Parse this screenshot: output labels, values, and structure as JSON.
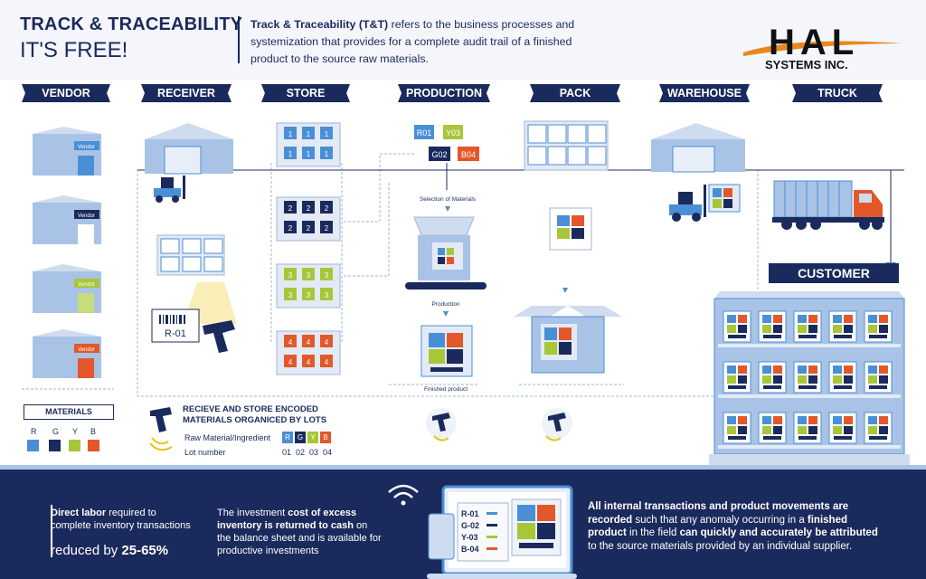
{
  "header": {
    "title_line1": "TRACK & TRACEABILITY",
    "title_line2": "IT'S FREE!",
    "intro_bold": "Track & Traceability (T&T)",
    "intro_rest": " refers to the business processes and systemization that provides for a complete audit trail of a finished product to the source raw materials.",
    "logo_main": "HAL",
    "logo_sub": "SYSTEMS INC."
  },
  "stages": [
    "VENDOR",
    "RECEIVER",
    "STORE",
    "PRODUCTION",
    "PACK",
    "WAREHOUSE",
    "TRUCK"
  ],
  "customer_label": "CUSTOMER",
  "vendor_sign": "Vendor",
  "scan_label": "R-01",
  "production": {
    "codes": [
      "R01",
      "Y03",
      "G02",
      "B04"
    ],
    "selection_label": "Selection of Materials",
    "production_label": "Production",
    "finished_label": "Finished product"
  },
  "store_numbers": [
    "1",
    "2",
    "3",
    "4"
  ],
  "materials": {
    "title": "MATERIALS",
    "letters": [
      "R",
      "G",
      "Y",
      "B"
    ],
    "colors": [
      "#4a8fd6",
      "#1b2a5c",
      "#a8c63a",
      "#e2582a"
    ]
  },
  "lots": {
    "title_line1": "RECIEVE AND STORE ENCODED",
    "title_line2": "MATERIALS ORGANICED BY LOTS",
    "raw_label": "Raw Material/Ingredient",
    "lot_label": "Lot number",
    "letters": [
      "R",
      "G",
      "Y",
      "B"
    ],
    "numbers": "01  02  03  04"
  },
  "bottom": {
    "col1_bold": "Direct labor",
    "col1_rest": " required to complete inventory transactions",
    "col1_reduced": "reduced by ",
    "col1_pct": "25-65%",
    "col2_a": "The investment ",
    "col2_bold1": "cost of excess inventory is returned to cash",
    "col2_b": " on the balance sheet and is available for productive investments",
    "screen_codes": [
      "R-01",
      "G-02",
      "Y-03",
      "B-04"
    ],
    "col3_bold1": "All internal transactions and product movements are recorded",
    "col3_a": " such that any anomaly occurring in a ",
    "col3_bold2": "finished product",
    "col3_b": " in the field ",
    "col3_bold3": "can quickly and accurately be attributed",
    "col3_c": " to the source materials provided by an individual supplier."
  },
  "colors": {
    "navy": "#1b2a5c",
    "blue": "#4a8fd6",
    "green": "#a8c63a",
    "orange": "#e2582a",
    "yellow": "#e8c21c"
  }
}
